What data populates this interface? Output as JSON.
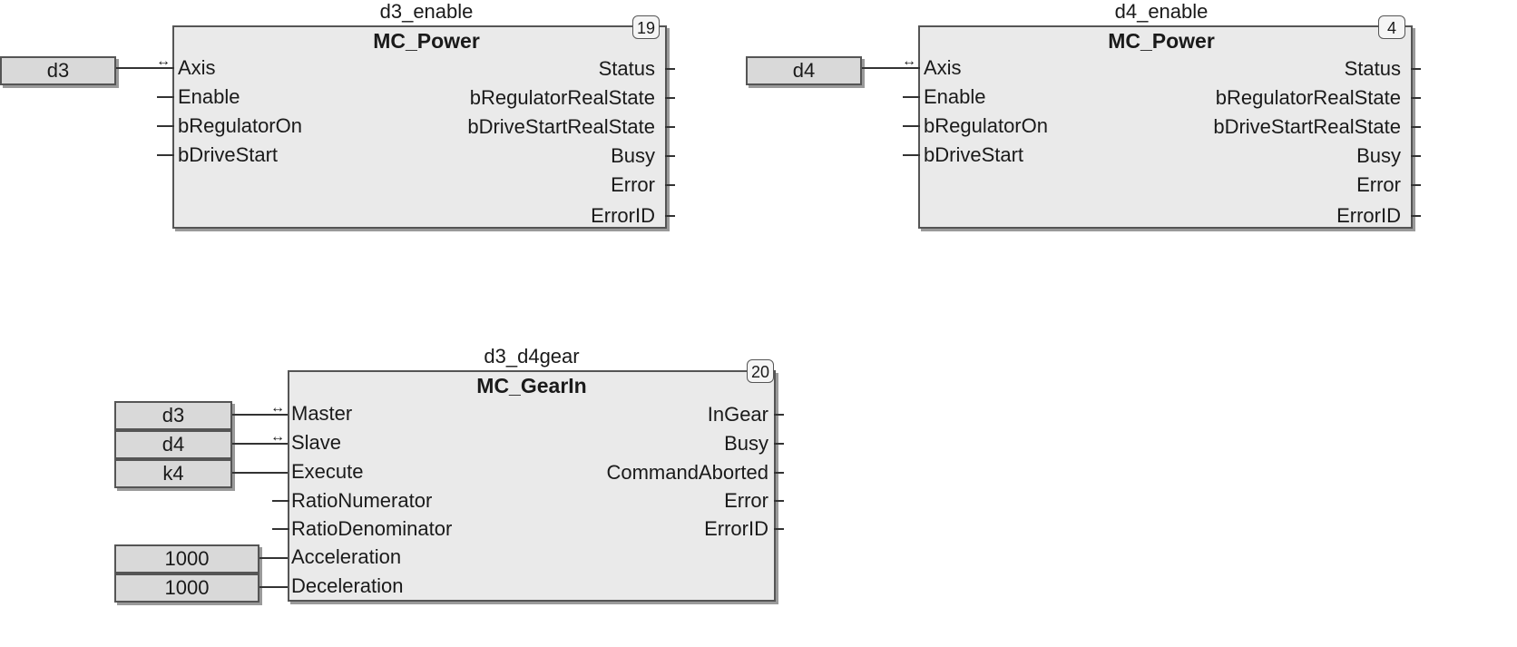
{
  "blocks": [
    {
      "instance": "d3_enable",
      "type": "MC_Power",
      "index": "19",
      "inputs": [
        "Axis",
        "Enable",
        "bRegulatorOn",
        "bDriveStart"
      ],
      "outputs": [
        "Status",
        "bRegulatorRealState",
        "bDriveStartRealState",
        "Busy",
        "Error",
        "ErrorID"
      ],
      "connected_vars": [
        {
          "pin": "Axis",
          "value": "d3",
          "in_out": true
        }
      ]
    },
    {
      "instance": "d4_enable",
      "type": "MC_Power",
      "index": "4",
      "inputs": [
        "Axis",
        "Enable",
        "bRegulatorOn",
        "bDriveStart"
      ],
      "outputs": [
        "Status",
        "bRegulatorRealState",
        "bDriveStartRealState",
        "Busy",
        "Error",
        "ErrorID"
      ],
      "connected_vars": [
        {
          "pin": "Axis",
          "value": "d4",
          "in_out": true
        }
      ]
    },
    {
      "instance": "d3_d4gear",
      "type": "MC_GearIn",
      "index": "20",
      "inputs": [
        "Master",
        "Slave",
        "Execute",
        "RatioNumerator",
        "RatioDenominator",
        "Acceleration",
        "Deceleration"
      ],
      "outputs": [
        "InGear",
        "Busy",
        "CommandAborted",
        "Error",
        "ErrorID"
      ],
      "connected_vars": [
        {
          "pin": "Master",
          "value": "d3",
          "in_out": true
        },
        {
          "pin": "Slave",
          "value": "d4",
          "in_out": true
        },
        {
          "pin": "Execute",
          "value": "k4",
          "in_out": false
        },
        {
          "pin": "Acceleration",
          "value": "1000",
          "in_out": false
        },
        {
          "pin": "Deceleration",
          "value": "1000",
          "in_out": false
        }
      ]
    }
  ],
  "in_out_symbol": "↔"
}
